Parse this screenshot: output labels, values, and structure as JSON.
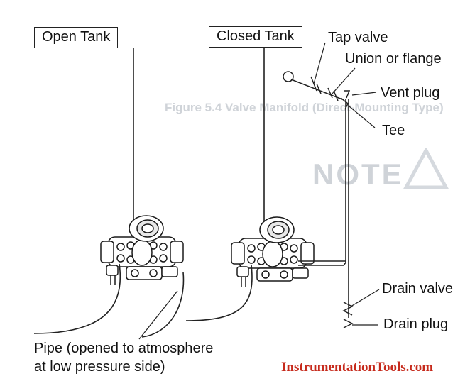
{
  "labels": {
    "open_tank": "Open Tank",
    "closed_tank": "Closed Tank",
    "tap_valve": "Tap valve",
    "union_or_flange": "Union or flange",
    "vent_plug": "Vent plug",
    "tee": "Tee",
    "drain_valve": "Drain valve",
    "drain_plug": "Drain plug",
    "pipe_line1": "Pipe (opened to atmosphere",
    "pipe_line2": "at low pressure side)"
  },
  "watermark": "InstrumentationTools.com",
  "bleed_through": {
    "figure_caption": "Figure 5.4  Valve Manifold (Direct-Mounting Type)",
    "note_heading": "NOTE"
  },
  "colors": {
    "ink": "#222222",
    "watermark": "#c62a1c",
    "bleed_through": "#cfd3d8"
  }
}
